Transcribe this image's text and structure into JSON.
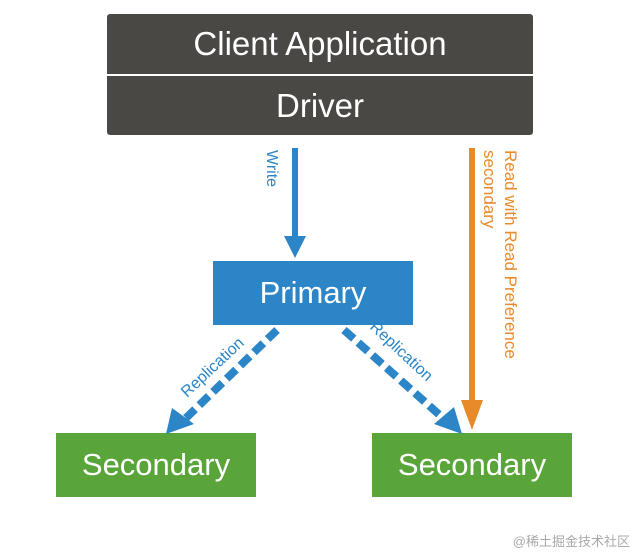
{
  "diagram": {
    "nodes": {
      "client_application": "Client Application",
      "driver": "Driver",
      "primary": "Primary",
      "secondary_left": "Secondary",
      "secondary_right": "Secondary"
    },
    "edges": {
      "write": "Write",
      "replication_left": "Replication",
      "replication_right": "Replication",
      "read_line1": "Read with Read Preference",
      "read_line2": "secondary"
    },
    "colors": {
      "dark_box": "#4a4845",
      "primary": "#2b85c7",
      "secondary": "#5aa53a",
      "read_arrow": "#e8892a",
      "write_arrow": "#2b85c7"
    }
  },
  "watermark": "@稀土掘金技术社区"
}
